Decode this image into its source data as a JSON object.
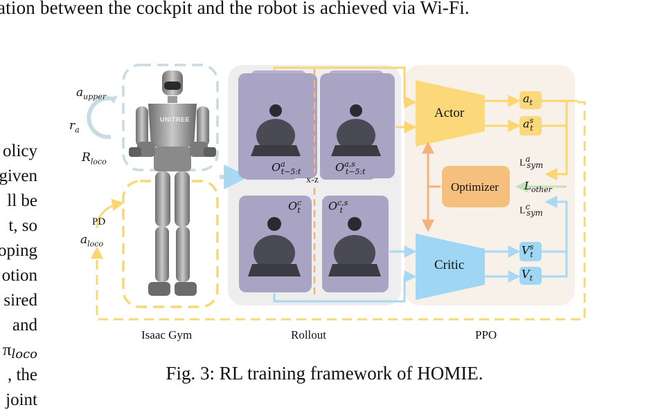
{
  "body_text_top": "ation between the cockpit and the robot is achieved via Wi-Fi.",
  "left_column_lines": [
    "olicy",
    "given",
    "ll  be",
    "t,  so",
    "oping",
    "otion",
    "sired",
    "and",
    "π",
    ",  the",
    "joint"
  ],
  "figure": {
    "caption": "Fig. 3: RL training framework of HOMIE.",
    "section_labels": {
      "isaac_gym": "Isaac Gym",
      "rollout": "Rollout",
      "ppo": "PPO"
    },
    "robot_logo": "UNITREE",
    "left_labels": {
      "a_upper": "a",
      "a_upper_sub": "upper",
      "r_a": "r",
      "r_a_sub": "a",
      "R_loco": "R",
      "R_loco_sub": "loco",
      "pd": "PD",
      "a_loco": "a",
      "a_loco_sub": "loco"
    },
    "rollout_labels": {
      "o_a_base": "O",
      "o_a_sup": "a",
      "o_a_sub": "t−5:t",
      "o_as_base": "O",
      "o_as_sup": "a,s",
      "o_as_sub": "t−5:t",
      "o_c_base": "O",
      "o_c_sup": "c",
      "o_c_sub": "t",
      "o_cs_base": "O",
      "o_cs_sup": "c,s",
      "o_cs_sub": "t",
      "mirror": "x-z"
    },
    "ppo_labels": {
      "actor": "Actor",
      "critic": "Critic",
      "optimizer": "Optimizer",
      "a_t": "a",
      "a_t_sub": "t",
      "a_t_s": "a",
      "a_t_s_sup": "s",
      "a_t_s_sub": "t",
      "v_t_s": "V",
      "v_t_s_sup": "s",
      "v_t_s_sub": "t",
      "v_t": "V",
      "v_t_sub": "t",
      "l_sym_a": "L",
      "l_sym_a_sup": "a",
      "l_sym_a_sub": "sym",
      "l_other": "L",
      "l_other_sub": "other",
      "l_sym_c": "L",
      "l_sym_c_sup": "c",
      "l_sym_c_sub": "sym"
    },
    "colors": {
      "yellow": "#fbd66e",
      "yellow_dash": "#f7d873",
      "blue": "#a9d8f2",
      "blue_dash": "#c8dbe4",
      "actor_fill": "#fbd97a",
      "critic_fill": "#9fd6f3",
      "optimizer_fill": "#f5bf7e",
      "ppo_bg": "#f8f1ea",
      "rollout_bg": "#eeeeee",
      "obs_tile": "#a9a3c4",
      "orange_arrow": "#f2b27a",
      "green_arrow": "#bfe3b4"
    }
  }
}
